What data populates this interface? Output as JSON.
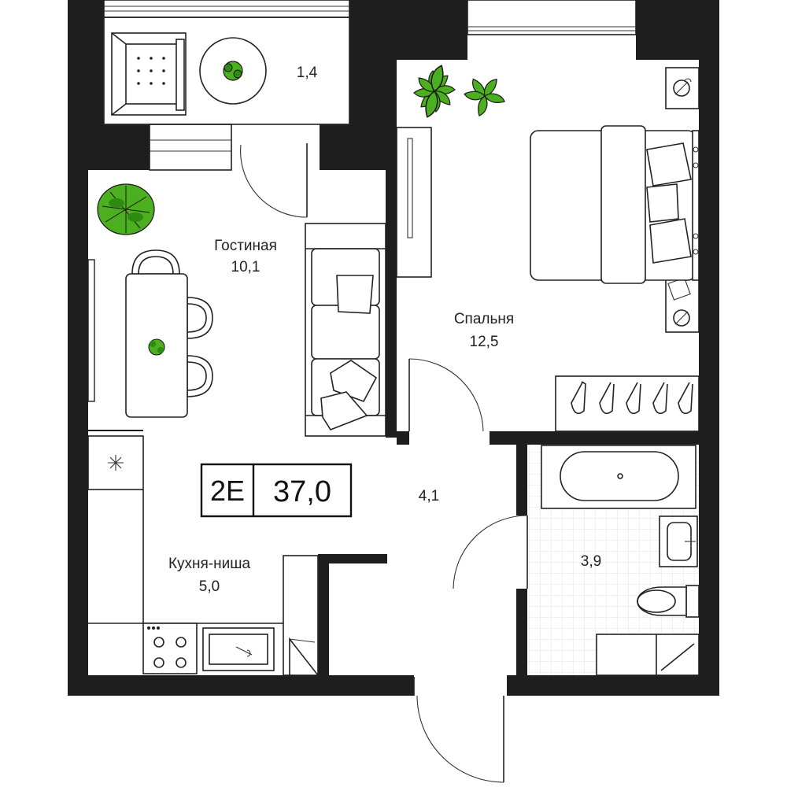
{
  "apartment": {
    "type_code": "2E",
    "total_area": "37,0"
  },
  "rooms": [
    {
      "id": "balcony",
      "name": "",
      "area": "1,4"
    },
    {
      "id": "living",
      "name": "Гостиная",
      "area": "10,1"
    },
    {
      "id": "bedroom",
      "name": "Спальня",
      "area": "12,5"
    },
    {
      "id": "hall",
      "name": "",
      "area": "4,1"
    },
    {
      "id": "kitchen",
      "name": "Кухня-ниша",
      "area": "5,0"
    },
    {
      "id": "bathroom",
      "name": "",
      "area": "3,9"
    }
  ],
  "colors": {
    "wall": "#1e1e1e",
    "plant": "#4caf1f",
    "plant_dark": "#2e8b12",
    "tile_grid": "#e3e3e3"
  },
  "icons": [
    "armchair-icon",
    "round-table-icon",
    "plant-icon",
    "bed-icon",
    "sofa-icon",
    "dining-table-icon",
    "chair-icon",
    "wardrobe-icon",
    "hanger-icon",
    "bathtub-icon",
    "sink-icon",
    "toilet-icon",
    "stove-icon",
    "kitchen-sink-icon",
    "fridge-icon",
    "door-icon",
    "window-icon",
    "nightstand-icon"
  ]
}
